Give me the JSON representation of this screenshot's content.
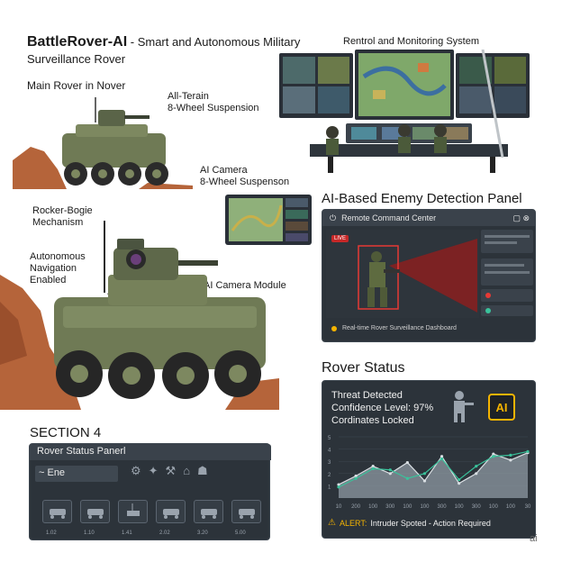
{
  "header": {
    "title_bold": "BattleRover-AI",
    "title_rest": " - Smart and Autonomous Military",
    "title_line2": "Surveillance Rover"
  },
  "labels": {
    "main_rover": "Main Rover in Nover",
    "all_terrain_1": "All-Terain",
    "all_terrain_2": "8-Wheel Suspension",
    "ai_camera_1": "AI Camera",
    "ai_camera_2": "8-Wheel Suspenson",
    "rocker_1": "Rocker-Bogie",
    "rocker_2": "Mechanism",
    "auto_1": "Autonomous",
    "auto_2": "Navigation",
    "auto_3": "Enabled",
    "ai_module": "AI Camera Module",
    "control_room": "Rentrol and Monitoring System"
  },
  "detection": {
    "heading": "AI-Based Enemy Detection Panel",
    "bar_title": "Remote Command Center",
    "live": "LIVE",
    "footer": "Real-time Rover Surveillance Dashboard"
  },
  "rover_status": {
    "heading": "Rover Status",
    "line1": "Threat Detected",
    "line2": "Confidence Level: 97%",
    "line3": "Cordinates Locked",
    "ai_badge": "AI",
    "alert_label": "ALERT:",
    "alert_text": " Intruder Spoted - Action Required"
  },
  "section4": {
    "heading": "SECTION 4",
    "panel_title": "Rover Status Panerl",
    "field_value": "~ Ene",
    "tile_numbers": [
      "1.02",
      "1.10",
      "1.41",
      "2.02",
      "3.20",
      "5.00"
    ]
  },
  "chart_data": {
    "type": "area",
    "x_ticks": [
      "10",
      "200",
      "100",
      "300",
      "100",
      "100",
      "300",
      "100",
      "300",
      "100",
      "100",
      "30"
    ],
    "y_ticks": [
      "5",
      "4",
      "3",
      "2",
      "1"
    ],
    "series": [
      {
        "values": [
          1.1,
          1.8,
          2.6,
          2.0,
          2.9,
          1.4,
          3.4,
          1.2,
          2.0,
          3.6,
          3.1,
          3.7
        ]
      },
      {
        "values": [
          0.9,
          1.6,
          2.4,
          2.3,
          1.6,
          2.0,
          3.2,
          1.5,
          2.6,
          3.4,
          3.5,
          3.8
        ]
      }
    ],
    "ylim": [
      0,
      5
    ]
  },
  "colors": {
    "panel": "#2c333a",
    "accent_green": "#3ac29b",
    "alert": "#f5b400",
    "red": "#c62828"
  },
  "watermark": "ai"
}
